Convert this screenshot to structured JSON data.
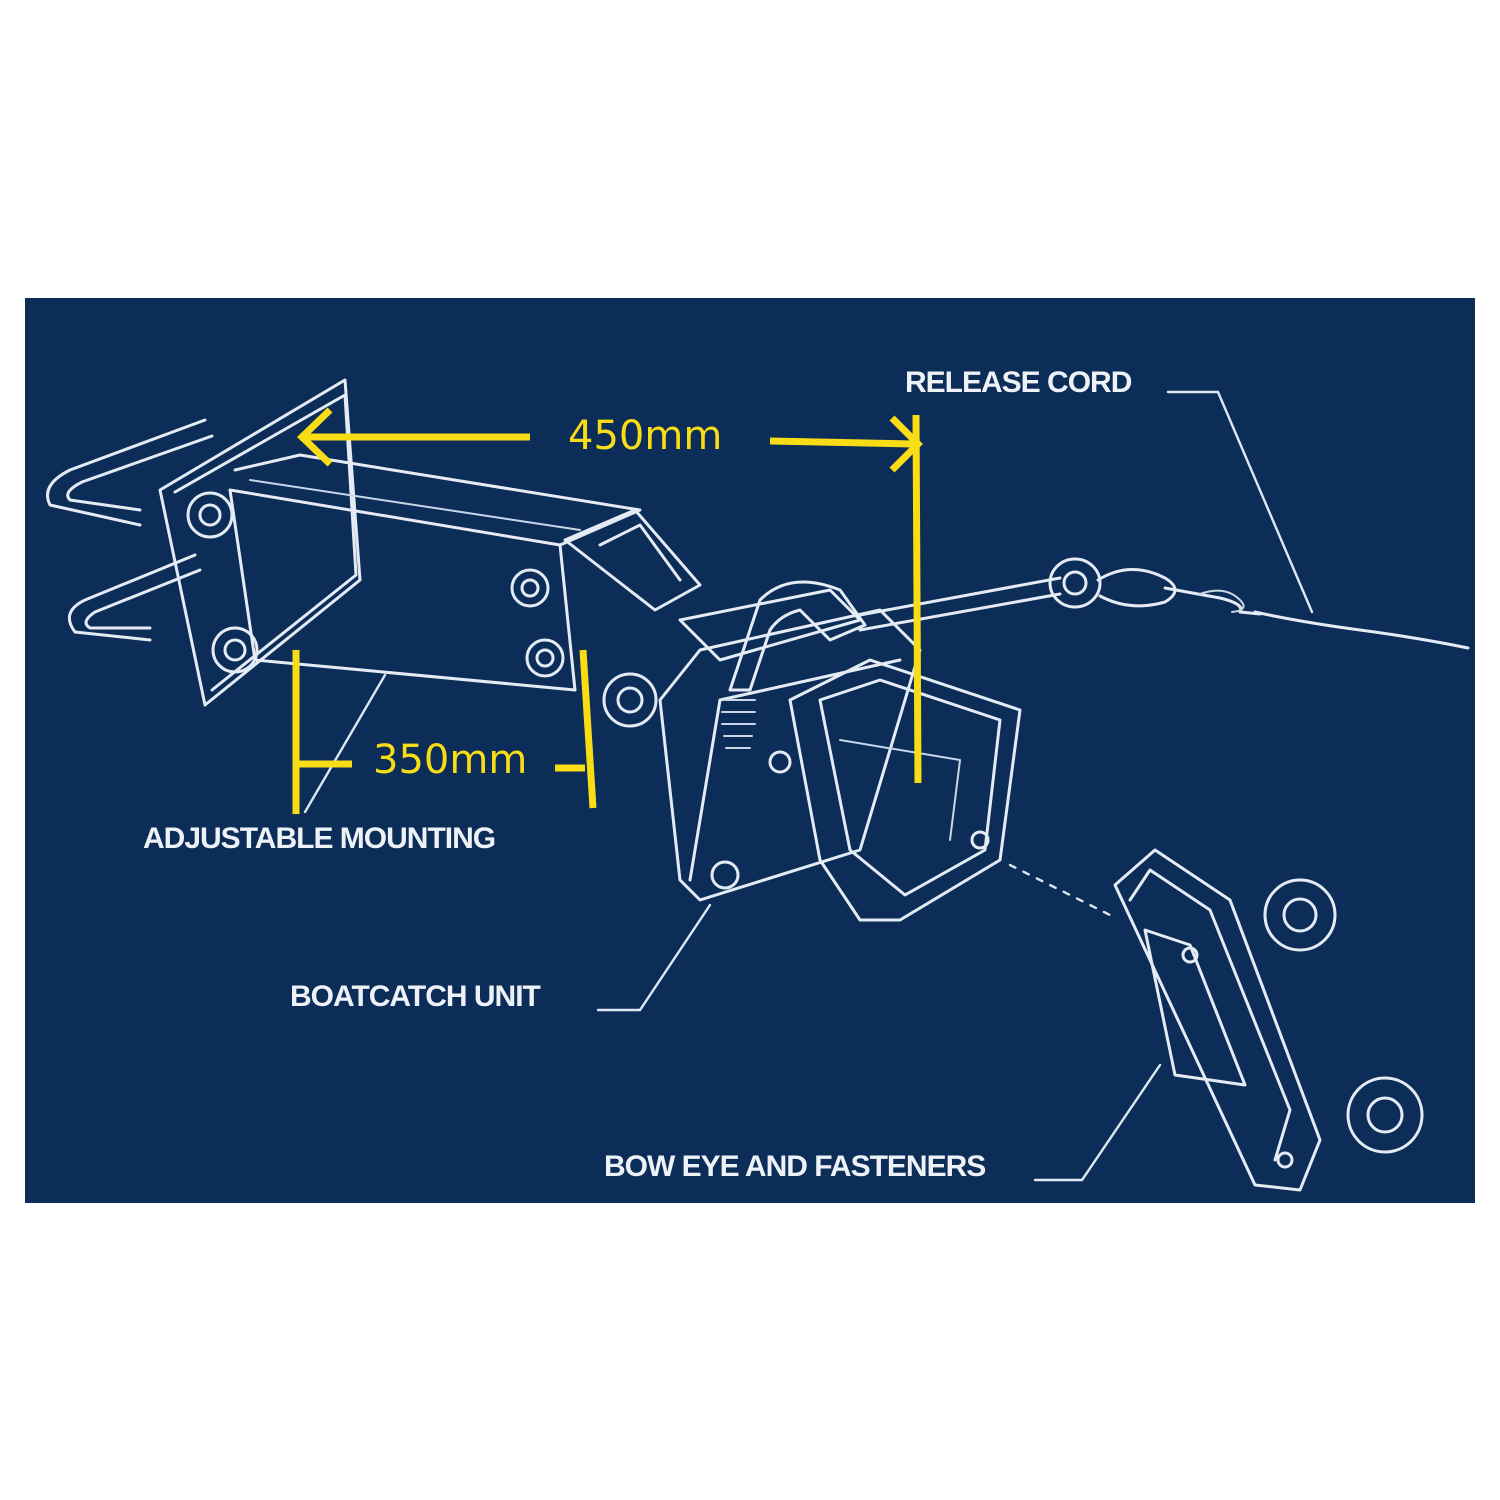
{
  "labels": {
    "release_cord": "RELEASE CORD",
    "adjustable_mounting": "ADJUSTABLE MOUNTING",
    "boatcatch_unit": "BOATCATCH UNIT",
    "bow_eye": "BOW EYE AND FASTENERS"
  },
  "dimensions": {
    "length_a": "450mm",
    "length_b": "350mm"
  },
  "colors": {
    "panel": "#0b2d58",
    "linework": "#e4ebf4",
    "dimension": "#f7dc16"
  }
}
